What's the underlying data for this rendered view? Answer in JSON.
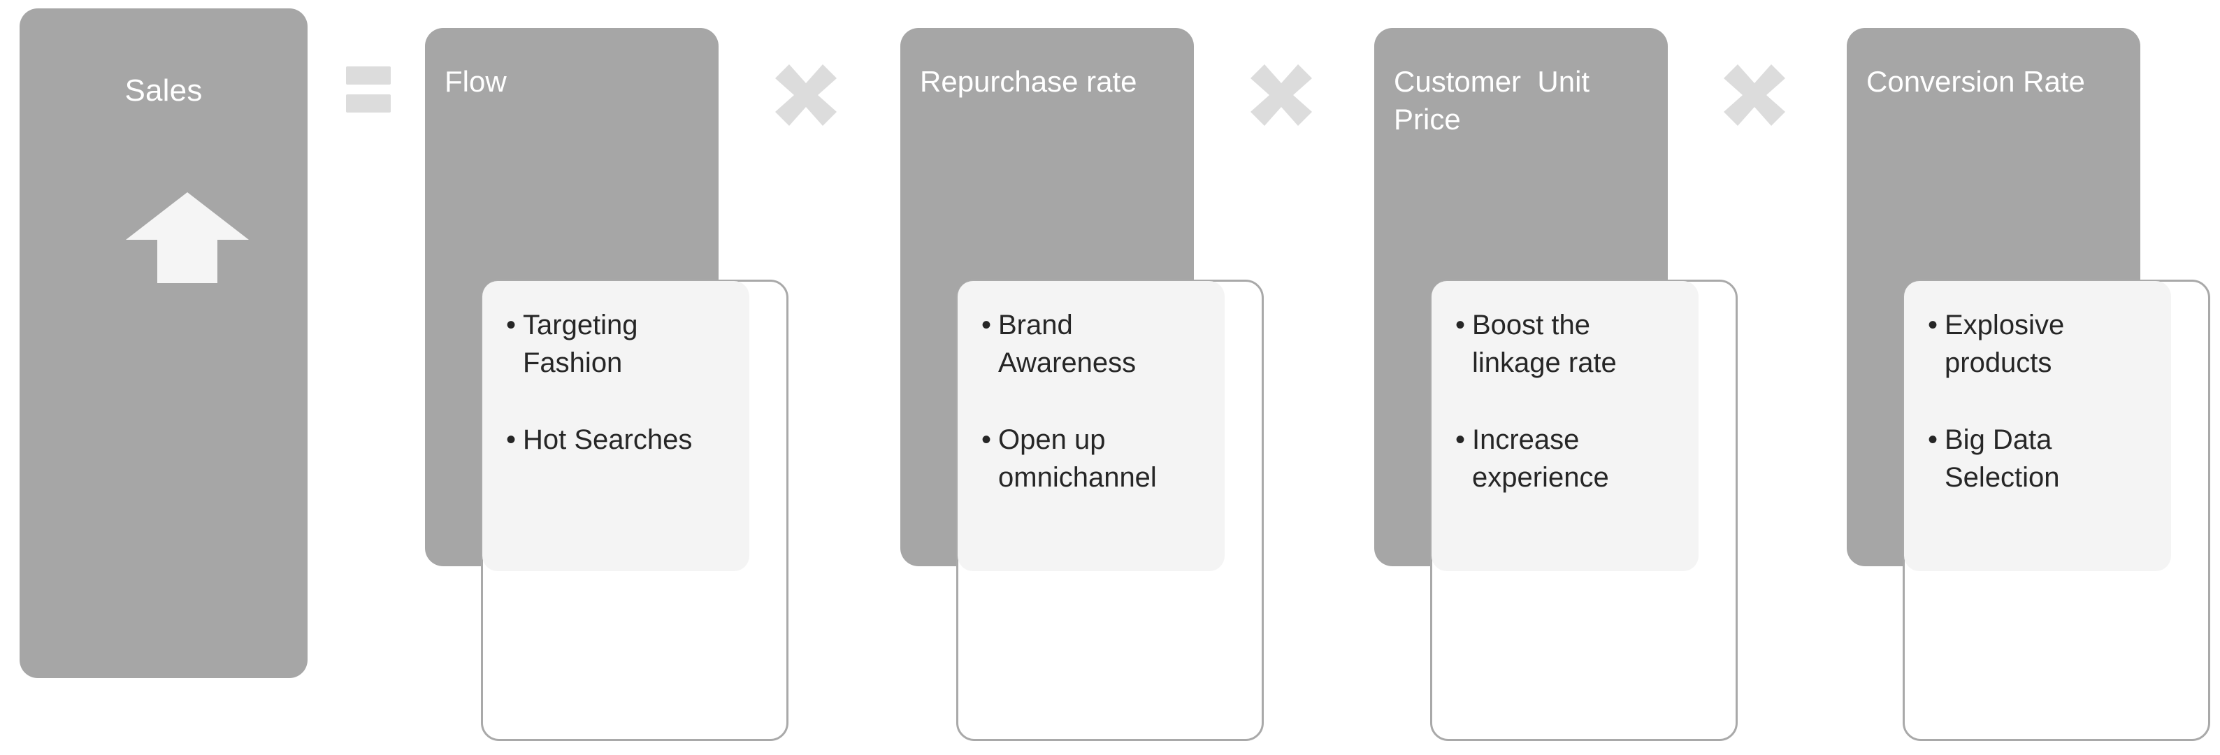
{
  "diagram": {
    "type": "formula-breakdown",
    "accent_gray": "#a6a6a6",
    "panel_gray": "#f4f4f4",
    "operator_gray": "#dcdcdc",
    "result": {
      "label": "Sales",
      "icon": "up-arrow-icon"
    },
    "operators": {
      "equals": "=",
      "times": "×"
    },
    "factors": [
      {
        "title": "Flow",
        "operator_before": "=",
        "bullets": [
          "Targeting Fashion",
          "Hot Searches"
        ]
      },
      {
        "title": "Repurchase rate",
        "operator_before": "×",
        "bullets": [
          "Brand Awareness",
          "Open up omnichannel"
        ]
      },
      {
        "title": "Customer  Unit Price",
        "operator_before": "×",
        "bullets": [
          "Boost the linkage rate",
          "Increase experience"
        ]
      },
      {
        "title": "Conversion Rate",
        "operator_before": "×",
        "bullets": [
          "Explosive products",
          "Big Data Selection"
        ]
      }
    ]
  }
}
